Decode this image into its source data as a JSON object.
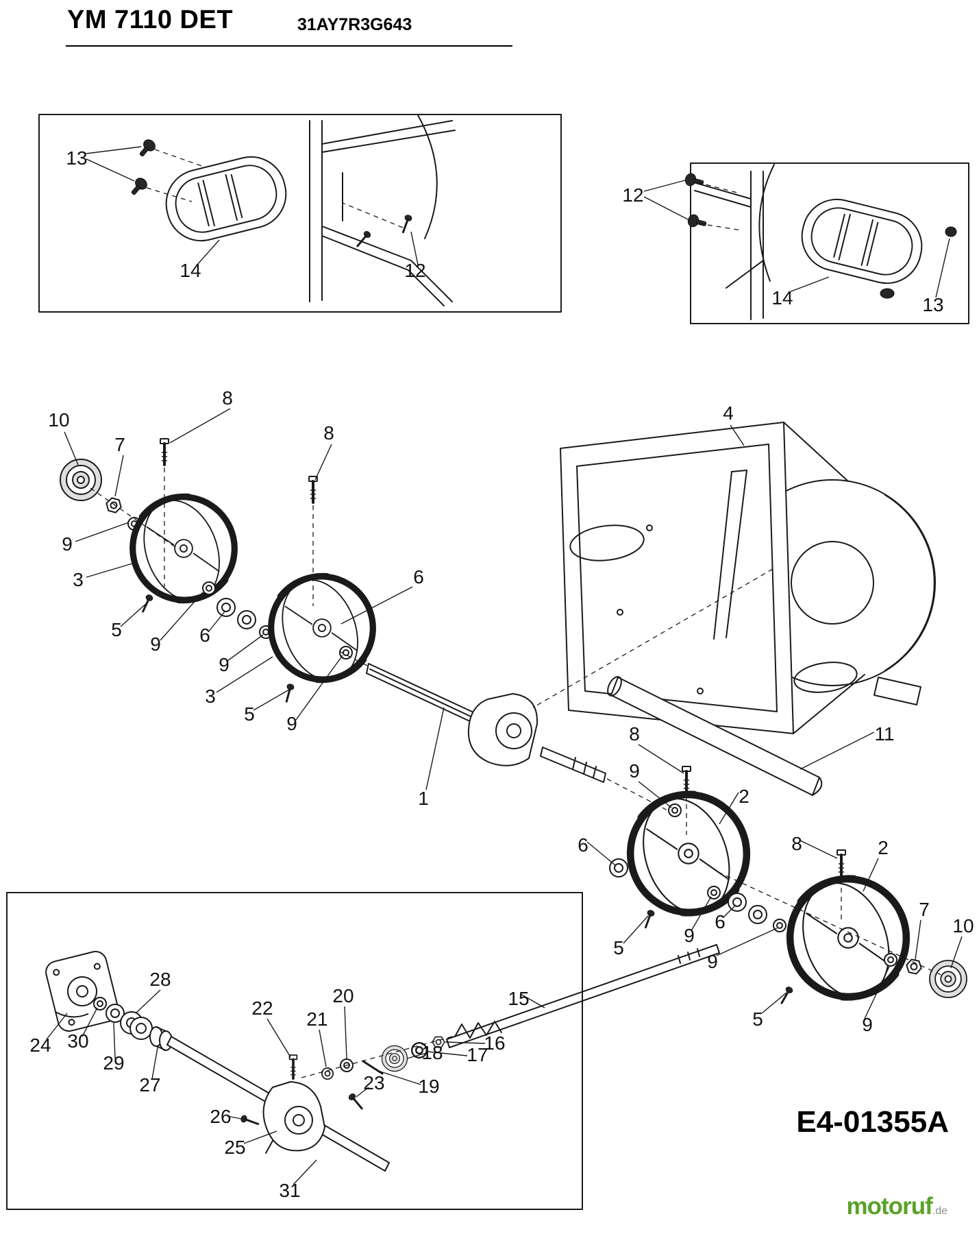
{
  "header": {
    "title": "YM 7110 DET",
    "model_code": "31AY7R3G643"
  },
  "footer": {
    "diagram_code": "E4-01355A",
    "brand": "motoruf",
    "brand_tld": ".de"
  },
  "callouts": [
    "13",
    "14",
    "12",
    "12",
    "14",
    "13",
    "8",
    "10",
    "7",
    "8",
    "4",
    "9",
    "3",
    "5",
    "9",
    "6",
    "9",
    "6",
    "3",
    "5",
    "9",
    "1",
    "11",
    "8",
    "9",
    "2",
    "6",
    "8",
    "2",
    "5",
    "9",
    "6",
    "9",
    "7",
    "10",
    "15",
    "5",
    "9",
    "28",
    "20",
    "22",
    "21",
    "24",
    "30",
    "29",
    "27",
    "26",
    "25",
    "23",
    "19",
    "18",
    "17",
    "16",
    "31"
  ]
}
